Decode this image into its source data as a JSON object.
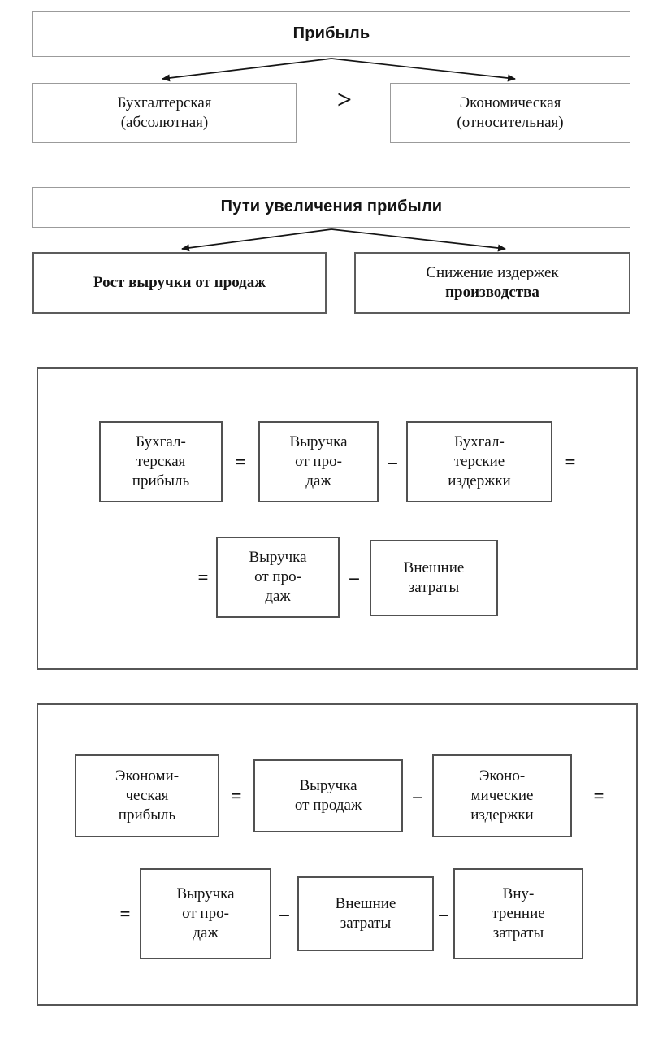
{
  "page": {
    "background": "#ffffff",
    "border_color_light": "#9b9b9b",
    "border_color_dark": "#515151",
    "text_color": "#141414"
  },
  "section_profit": {
    "title": "Прибыль",
    "left_box": "Бухгалтерская\n(абсолютная)",
    "comparator": ">",
    "right_box": "Экономическая\n(относительная)"
  },
  "section_ways": {
    "title": "Пути увеличения прибыли",
    "left_box": "Рост выручки от продаж",
    "right_box_line1": "Снижение издержек",
    "right_box_line2": "производства"
  },
  "accounting_formula": {
    "term": "Бухгал-\nтерская\nприбыль",
    "eq1": "=",
    "revenue1": "Выручка\nот про-\nдаж",
    "minus1": "–",
    "costs": "Бухгал-\nтерские\nиздержки",
    "eq2": "=",
    "eq3": "=",
    "revenue2": "Выручка\nот про-\nдаж",
    "minus2": "–",
    "external": "Внешние\nзатраты"
  },
  "economic_formula": {
    "term": "Экономи-\nческая\nприбыль",
    "eq1": "=",
    "revenue1": "Выручка\nот продаж",
    "minus1": "–",
    "costs": "Эконо-\nмические\nиздержки",
    "eq2": "=",
    "eq3": "=",
    "revenue2": "Выручка\nот про-\nдаж",
    "minus2": "–",
    "external": "Внешние\nзатраты",
    "minus3": "–",
    "internal": "Вну-\nтренние\nзатраты"
  }
}
